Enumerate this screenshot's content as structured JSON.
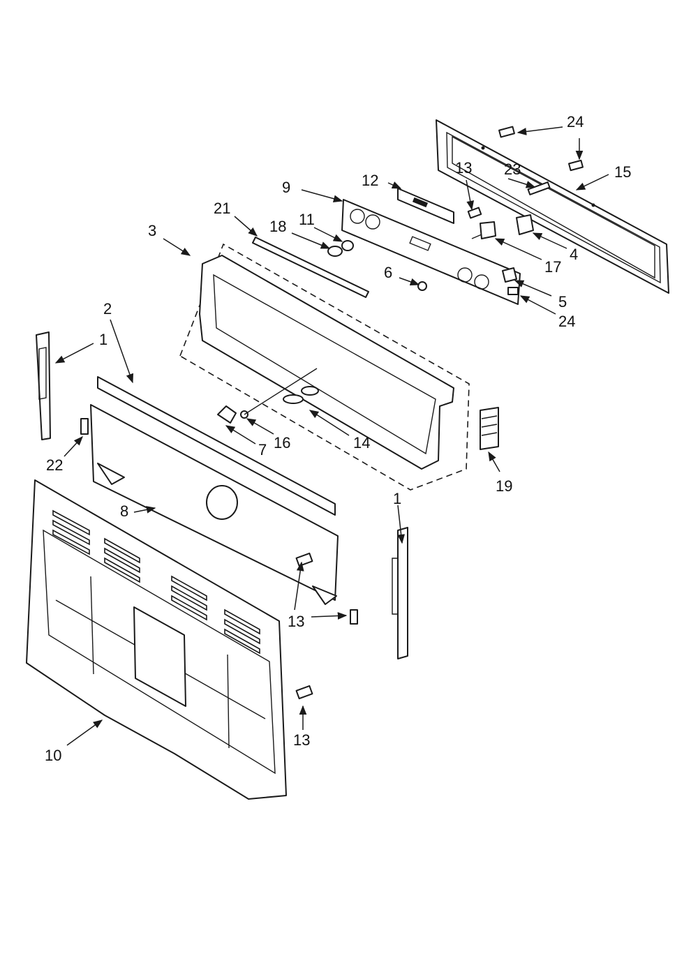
{
  "callouts": [
    {
      "id": "c24a",
      "label": "24"
    },
    {
      "id": "c24b",
      "label": "24"
    },
    {
      "id": "c13a",
      "label": "13"
    },
    {
      "id": "c23",
      "label": "23"
    },
    {
      "id": "c15",
      "label": "15"
    },
    {
      "id": "c9",
      "label": "9"
    },
    {
      "id": "c12",
      "label": "12"
    },
    {
      "id": "c21",
      "label": "21"
    },
    {
      "id": "c18",
      "label": "18"
    },
    {
      "id": "c11",
      "label": "11"
    },
    {
      "id": "c3",
      "label": "3"
    },
    {
      "id": "c4",
      "label": "4"
    },
    {
      "id": "c17",
      "label": "17"
    },
    {
      "id": "c6",
      "label": "6"
    },
    {
      "id": "c5",
      "label": "5"
    },
    {
      "id": "c24c",
      "label": "24"
    },
    {
      "id": "c2",
      "label": "2"
    },
    {
      "id": "c1a",
      "label": "1"
    },
    {
      "id": "c22",
      "label": "22"
    },
    {
      "id": "c7",
      "label": "7"
    },
    {
      "id": "c16",
      "label": "16"
    },
    {
      "id": "c14",
      "label": "14"
    },
    {
      "id": "c19",
      "label": "19"
    },
    {
      "id": "c8",
      "label": "8"
    },
    {
      "id": "c1b",
      "label": "1"
    },
    {
      "id": "c13b",
      "label": "13"
    },
    {
      "id": "c13c",
      "label": "13"
    },
    {
      "id": "c10",
      "label": "10"
    }
  ]
}
